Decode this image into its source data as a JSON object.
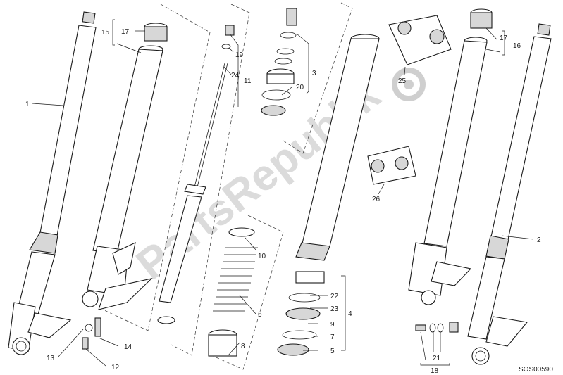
{
  "diagram": {
    "code": "SOS00590",
    "watermark": "PartsRepublik",
    "callouts": [
      {
        "id": "c1",
        "text": "1"
      },
      {
        "id": "c2",
        "text": "2"
      },
      {
        "id": "c3",
        "text": "3"
      },
      {
        "id": "c4",
        "text": "4"
      },
      {
        "id": "c5",
        "text": "5"
      },
      {
        "id": "c6",
        "text": "6"
      },
      {
        "id": "c7",
        "text": "7"
      },
      {
        "id": "c8",
        "text": "8"
      },
      {
        "id": "c9",
        "text": "9"
      },
      {
        "id": "c10",
        "text": "10"
      },
      {
        "id": "c11",
        "text": "11"
      },
      {
        "id": "c12",
        "text": "12"
      },
      {
        "id": "c13",
        "text": "13"
      },
      {
        "id": "c14",
        "text": "14"
      },
      {
        "id": "c15",
        "text": "15"
      },
      {
        "id": "c16",
        "text": "16"
      },
      {
        "id": "c17a",
        "text": "17"
      },
      {
        "id": "c17b",
        "text": "17"
      },
      {
        "id": "c18",
        "text": "18"
      },
      {
        "id": "c19",
        "text": "19"
      },
      {
        "id": "c20",
        "text": "20"
      },
      {
        "id": "c21",
        "text": "21"
      },
      {
        "id": "c22",
        "text": "22"
      },
      {
        "id": "c23",
        "text": "23"
      },
      {
        "id": "c24",
        "text": "24"
      },
      {
        "id": "c25",
        "text": "25"
      },
      {
        "id": "c26",
        "text": "26"
      }
    ]
  }
}
